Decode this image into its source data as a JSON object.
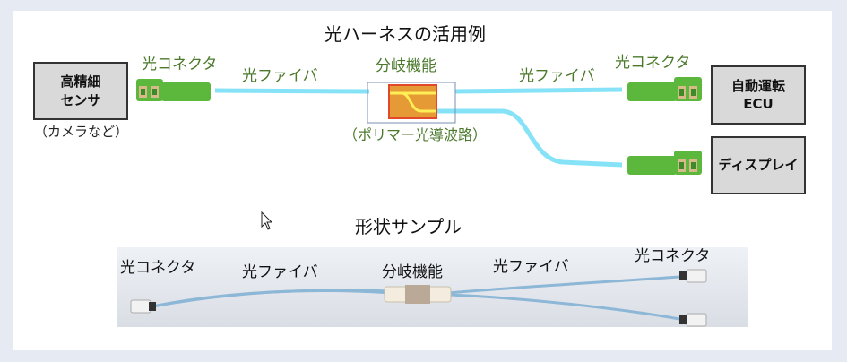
{
  "title": "光ハーネスの活用例",
  "diagram": {
    "sensor_box": {
      "line1": "高精細",
      "line2": "センサ",
      "note": "（カメラなど）"
    },
    "ecu_box": {
      "line1": "自動運転",
      "line2": "ECU"
    },
    "display_box": {
      "label": "ディスプレイ"
    },
    "connector_left": "光コネクタ",
    "connector_right": "光コネクタ",
    "fiber_left": "光ファイバ",
    "fiber_right": "光ファイバ",
    "branch": "分岐機能",
    "branch_note": "（ポリマー光導波路）",
    "colors": {
      "fiber": "#86e3f7",
      "connector": "#5cb83c",
      "branch_fill": "#e59a35",
      "branch_border": "#e2482a",
      "waveguide": "#ffee55"
    }
  },
  "sample": {
    "title": "形状サンプル",
    "connector_left": "光コネクタ",
    "fiber_left": "光ファイバ",
    "branch": "分岐機能",
    "fiber_right": "光ファイバ",
    "connector_right": "光コネクタ"
  }
}
